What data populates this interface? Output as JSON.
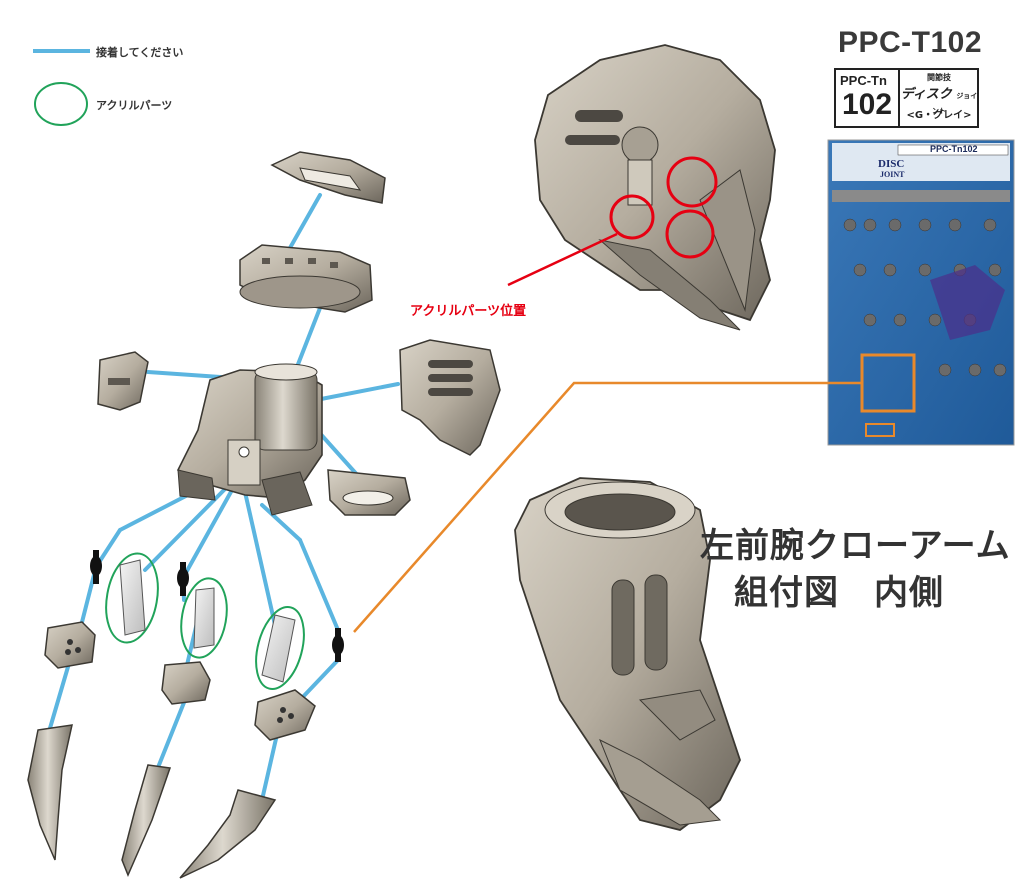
{
  "legend": {
    "glue_label": "接着してください",
    "acrylic_label": "アクリルパーツ",
    "glue_color": "#5bb5e0",
    "acrylic_color": "#21a35a"
  },
  "callout": {
    "label": "アクリルパーツ位置",
    "color": "#e60012"
  },
  "product": {
    "code": "PPC-T102",
    "badge_series": "PPC-Tn",
    "badge_number": "102",
    "badge_category": "関節技",
    "badge_name": "ディスク",
    "badge_name_suffix": "ジョイント",
    "badge_color": "<G・グレイ>",
    "package_code": "PPC-Tn102",
    "package_title_1": "DISC",
    "package_title_2": "JOINT",
    "leader_color": "#e8892b"
  },
  "title": {
    "line1": "左前腕クローアーム",
    "line2": "組付図　内側"
  }
}
